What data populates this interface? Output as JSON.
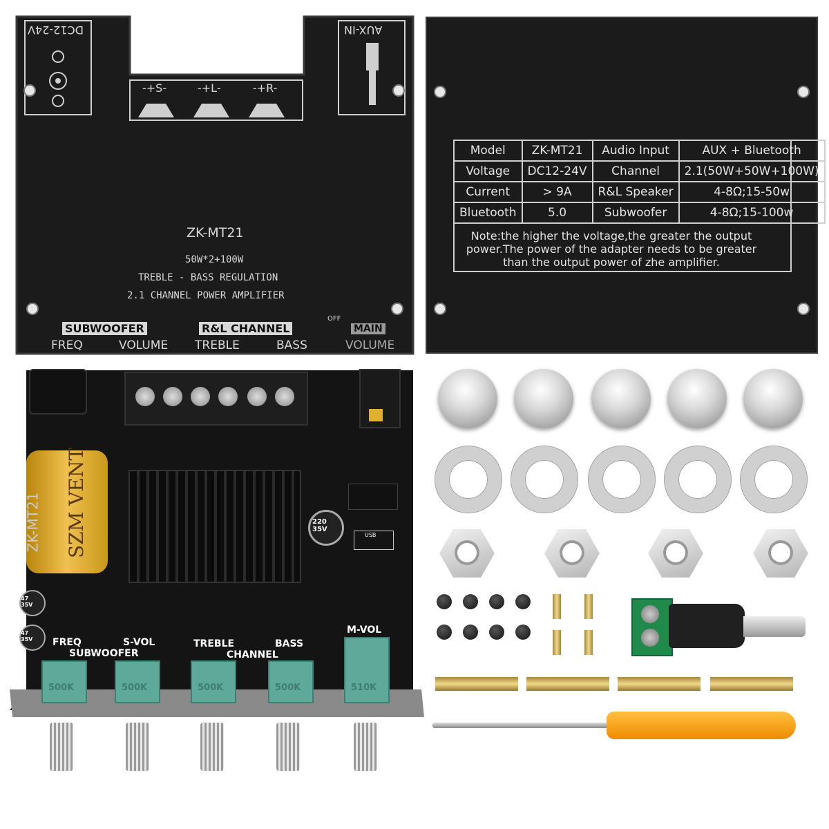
{
  "top_panel": {
    "dc_label": "DC12-24V",
    "aux_label": "AUX-IN",
    "speaker_s": "-+S-",
    "speaker_l": "-+L-",
    "speaker_r": "-+R-",
    "model": "ZK-MT21",
    "power_line": "50W*2+100W",
    "regulation_line": "TREBLE - BASS REGULATION",
    "channel_line": "2.1 CHANNEL POWER AMPLIFIER",
    "subwoofer_label": "SUBWOOFER",
    "rl_channel_label": "R&L CHANNEL",
    "freq_label": "FREQ",
    "volume_label": "VOLUME",
    "treble_label": "TREBLE",
    "bass_label": "BASS",
    "off_label": "OFF",
    "main_label": "MAIN",
    "main_volume_label": "VOLUME"
  },
  "spec_table": {
    "rows": [
      [
        "Model",
        "ZK-MT21",
        "Audio Input",
        "AUX + Bluetooth"
      ],
      [
        "Voltage",
        "DC12-24V",
        "Channel",
        "2.1(50W+50W+100W)"
      ],
      [
        "Current",
        "> 9A",
        "R&L Speaker",
        "4-8Ω;15-50w"
      ],
      [
        "Bluetooth",
        "5.0",
        "Subwoofer",
        "4-8Ω;15-100w"
      ]
    ],
    "note": "Note:the higher the voltage,the greater the output power.The power of the adapter needs to be greater than the output power of zhe amplifier."
  },
  "board": {
    "model_silk": "ZK-MT21",
    "cap_big": "SZM VENT",
    "cap_small": "220 35V",
    "cap_a": "47 35V",
    "cap_b": "47 35V",
    "freq": "FREQ",
    "subwoofer": "SUBWOOFER",
    "svol": "S-VOL",
    "treble": "TREBLE",
    "channel": "CHANNEL",
    "bass": "BASS",
    "mvol": "M-VOL",
    "pot1": "500K",
    "pot2": "500K",
    "pot3": "500K",
    "pot4": "500K",
    "pot5": "510K",
    "usb": "USB"
  },
  "colors": {
    "panel": "#1b1b1b",
    "pot": "#5fa99a",
    "screwdriver_handle": "#f5a623"
  }
}
